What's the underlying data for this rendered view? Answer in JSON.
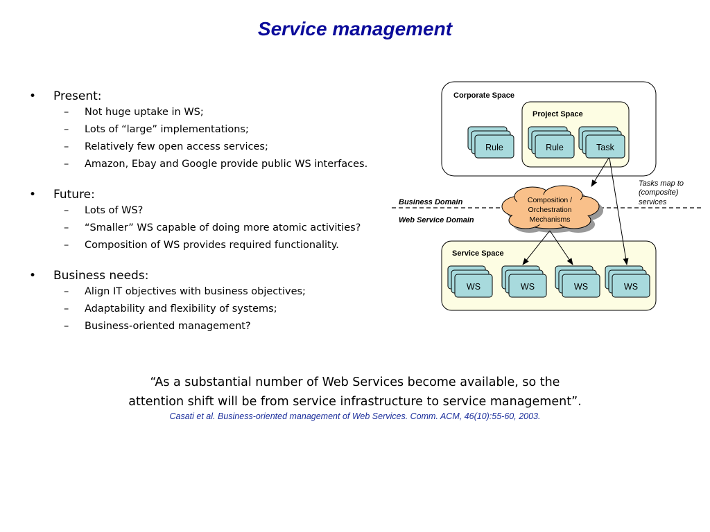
{
  "title": "Service management",
  "bullets": [
    {
      "label": "Present:",
      "items": [
        "Not huge uptake in WS;",
        "Lots of “large” implementations;",
        "Relatively few open access services;",
        "Amazon, Ebay and Google provide public WS interfaces."
      ]
    },
    {
      "label": "Future:",
      "items": [
        "Lots of WS?",
        "“Smaller” WS capable of doing more atomic activities?",
        "Composition of WS provides required functionality."
      ]
    },
    {
      "label": "Business needs:",
      "items": [
        "Align IT objectives with business objectives;",
        "Adaptability and flexibility of systems;",
        "Business-oriented management?"
      ]
    }
  ],
  "quote": {
    "line1": "“As a substantial number of Web Services become available, so the",
    "line2": "attention shift will be from service infrastructure to service management”.",
    "citation": "Casati et al. Business-oriented management of Web Services. Comm. ACM, 46(10):55-60, 2003."
  },
  "diagram": {
    "corporate_space": "Corporate Space",
    "project_space": "Project Space",
    "rule_label": "Rule",
    "task_label": "Task",
    "composition_lines": [
      "Composition /",
      "Orchestration",
      "Mechanisms"
    ],
    "business_domain": "Business Domain",
    "web_service_domain": "Web Service Domain",
    "tasks_note": [
      "Tasks map to",
      "(composite)",
      "services"
    ],
    "service_space": "Service Space",
    "ws_label": "WS",
    "colors": {
      "title": "#0b0b9a",
      "box_fill": "#a8dadd",
      "space_fill": "#fdfde3",
      "cloud_fill": "#f9c08a",
      "cloud_shadow": "#999999",
      "citation": "#1c2f9c"
    }
  }
}
